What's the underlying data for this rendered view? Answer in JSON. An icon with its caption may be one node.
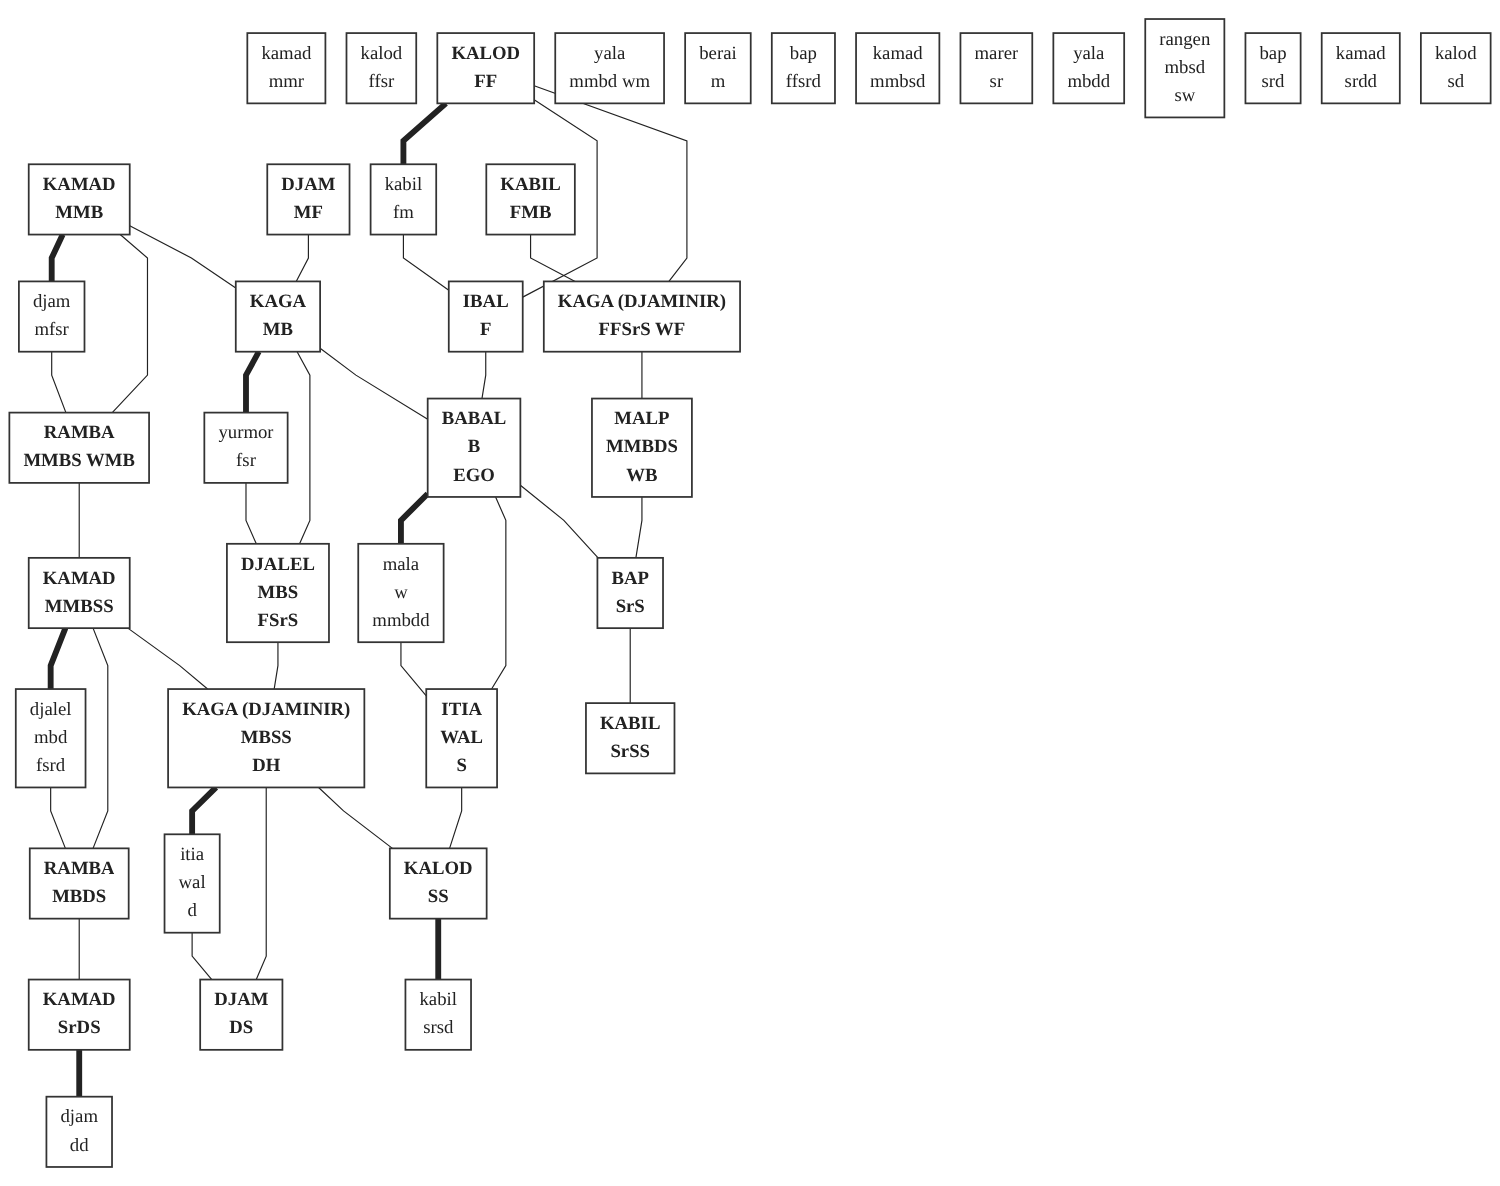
{
  "diagram": {
    "nodes": [
      {
        "text": [
          "kamad",
          "mmr"
        ]
      },
      {
        "text": [
          "KAMAD",
          "MMB"
        ]
      },
      {
        "text": [
          "djam",
          "mfsr"
        ]
      },
      {
        "text": [
          "DJAM",
          "MF"
        ]
      },
      {
        "text": [
          "kalod",
          "ffsr"
        ]
      },
      {
        "text": [
          "KALOD",
          "FF"
        ]
      },
      {
        "text": [
          "kabil",
          "fm"
        ]
      },
      {
        "text": [
          "KABIL",
          "FMB"
        ]
      },
      {
        "text": [
          "yala",
          "mmbd wm"
        ]
      },
      {
        "text": [
          "RAMBA",
          "MMBS WMB"
        ]
      },
      {
        "text": [
          "berai",
          "m"
        ]
      },
      {
        "text": [
          "KAGA",
          "MB"
        ]
      },
      {
        "text": [
          "yurmor",
          "fsr"
        ]
      },
      {
        "text": [
          "IBAL",
          "F"
        ]
      },
      {
        "text": [
          "bap",
          "ffsrd"
        ]
      },
      {
        "text": [
          "KAGA (DJAMINIR)",
          "FFSrS WF"
        ]
      },
      {
        "text": [
          "kamad",
          "mmbsd"
        ]
      },
      {
        "text": [
          "KAMAD",
          "MMBSS"
        ]
      },
      {
        "text": [
          "djalel",
          "mbd",
          "fsrd"
        ]
      },
      {
        "text": [
          "DJALEL",
          "MBS",
          "FSrS"
        ]
      },
      {
        "text": [
          "marer",
          "sr"
        ]
      },
      {
        "text": [
          "BABAL",
          "B",
          "EGO"
        ]
      },
      {
        "text": [
          "mala",
          "w",
          "mmbdd"
        ]
      },
      {
        "text": [
          "MALP",
          "MMBDS",
          "WB"
        ]
      },
      {
        "text": [
          "yala",
          "mbdd"
        ]
      },
      {
        "text": [
          "RAMBA",
          "MBDS"
        ]
      },
      {
        "text": [
          "rangen",
          "mbsd",
          "sw"
        ]
      },
      {
        "text": [
          "KAGA (DJAMINIR)",
          "MBSS",
          "DH"
        ]
      },
      {
        "text": [
          "itia",
          "wal",
          "d"
        ]
      },
      {
        "text": [
          "ITIA",
          "WAL",
          "S"
        ]
      },
      {
        "text": [
          "bap",
          "srd"
        ]
      },
      {
        "text": [
          "BAP",
          "SrS"
        ]
      },
      {
        "text": [
          "kamad",
          "srdd"
        ]
      },
      {
        "text": [
          "KAMAD",
          "SrDS"
        ]
      },
      {
        "text": [
          "djam",
          "dd"
        ]
      },
      {
        "text": [
          "DJAM",
          "DS"
        ]
      },
      {
        "text": [
          "kalod",
          "sd"
        ]
      },
      {
        "text": [
          "KALOD",
          "SS"
        ]
      },
      {
        "text": [
          "kabil",
          "srsd"
        ]
      },
      {
        "text": [
          "KABIL",
          "SrSS"
        ]
      }
    ],
    "edges": [
      {
        "from": 1,
        "to": 2,
        "arrow": "none",
        "style": "thick"
      },
      {
        "from": 5,
        "to": 6,
        "arrow": "none",
        "style": "thick"
      },
      {
        "from": 11,
        "to": 12,
        "arrow": "none",
        "style": "thick"
      },
      {
        "from": 17,
        "to": 18,
        "arrow": "none",
        "style": "thick"
      },
      {
        "from": 21,
        "to": 22,
        "arrow": "none",
        "style": "thick"
      },
      {
        "from": 27,
        "to": 28,
        "arrow": "none",
        "style": "thick"
      },
      {
        "from": 33,
        "to": 34,
        "arrow": "none",
        "style": "thick"
      },
      {
        "from": 37,
        "to": 38,
        "arrow": "none",
        "style": "thick"
      },
      {
        "from": 1,
        "to": 9,
        "arrow": "none"
      },
      {
        "from": 9,
        "to": 17,
        "arrow": "none"
      },
      {
        "from": 17,
        "to": 25,
        "arrow": "none"
      },
      {
        "from": 25,
        "to": 33,
        "arrow": "none"
      },
      {
        "from": 3,
        "to": 11,
        "arrow": "none"
      },
      {
        "from": 11,
        "to": 19,
        "arrow": "none"
      },
      {
        "from": 19,
        "to": 27,
        "arrow": "none"
      },
      {
        "from": 27,
        "to": 35,
        "arrow": "none"
      },
      {
        "from": 5,
        "to": 13,
        "arrow": "none"
      },
      {
        "from": 13,
        "to": 21,
        "arrow": "none"
      },
      {
        "from": 21,
        "to": 29,
        "arrow": "none"
      },
      {
        "from": 29,
        "to": 37,
        "arrow": "none"
      },
      {
        "from": 7,
        "to": 15,
        "arrow": "none"
      },
      {
        "from": 15,
        "to": 23,
        "arrow": "none"
      },
      {
        "from": 23,
        "to": 31,
        "arrow": "none"
      },
      {
        "from": 31,
        "to": 39,
        "arrow": "none"
      },
      {
        "from": 1,
        "to": 11,
        "arrow": "none"
      },
      {
        "from": 5,
        "to": 15,
        "arrow": "none"
      },
      {
        "from": 11,
        "to": 21,
        "arrow": "none"
      },
      {
        "from": 17,
        "to": 27,
        "arrow": "none"
      },
      {
        "from": 21,
        "to": 31,
        "arrow": "none"
      },
      {
        "from": 27,
        "to": 37,
        "arrow": "none"
      },
      {
        "from": 2,
        "to": 9,
        "arrow": "none"
      },
      {
        "from": 6,
        "to": 13,
        "arrow": "none"
      },
      {
        "from": 12,
        "to": 19,
        "arrow": "none"
      },
      {
        "from": 18,
        "to": 25,
        "arrow": "none"
      },
      {
        "from": 22,
        "to": 29,
        "arrow": "none"
      },
      {
        "from": 28,
        "to": 35,
        "arrow": "none"
      }
    ]
  }
}
